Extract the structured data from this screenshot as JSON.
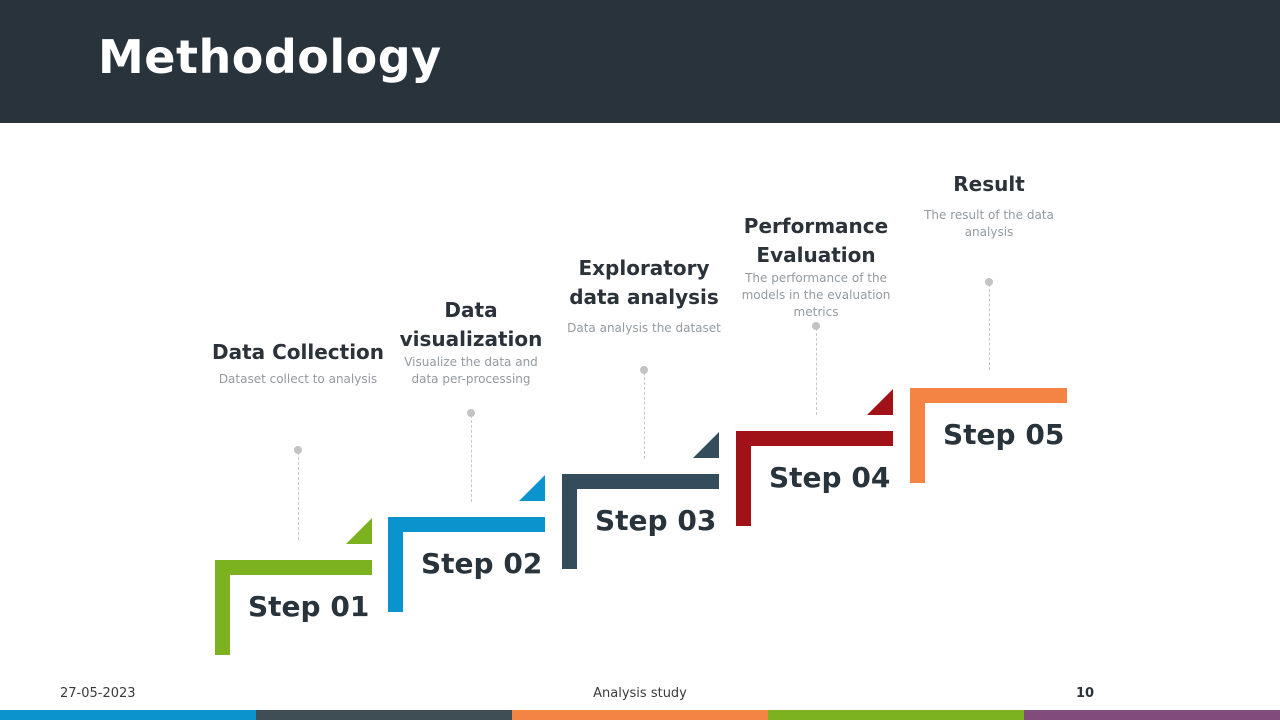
{
  "header": {
    "title": "Methodology"
  },
  "steps": [
    {
      "label": "Step 01",
      "heading": "Data Collection",
      "desc": "Dataset collect to analysis",
      "color": "#7cb21f"
    },
    {
      "label": "Step 02",
      "heading": "Data visualization",
      "desc": "Visualize the data and data per-processing",
      "color": "#0b93cd"
    },
    {
      "label": "Step 03",
      "heading": "Exploratory data analysis",
      "desc": "Data analysis the dataset",
      "color": "#334d5c"
    },
    {
      "label": "Step 04",
      "heading": "Performance Evaluation",
      "desc": "The performance of the models in the evaluation metrics",
      "color": "#a11218"
    },
    {
      "label": "Step 05",
      "heading": "Result",
      "desc": "The result of the data analysis",
      "color": "#f38444"
    }
  ],
  "footer": {
    "date": "27-05-2023",
    "center": "Analysis study",
    "page": "10",
    "strip_colors": [
      "#0b93cd",
      "#3f4d55",
      "#f38444",
      "#7cb21f",
      "#7f4c7b"
    ]
  }
}
